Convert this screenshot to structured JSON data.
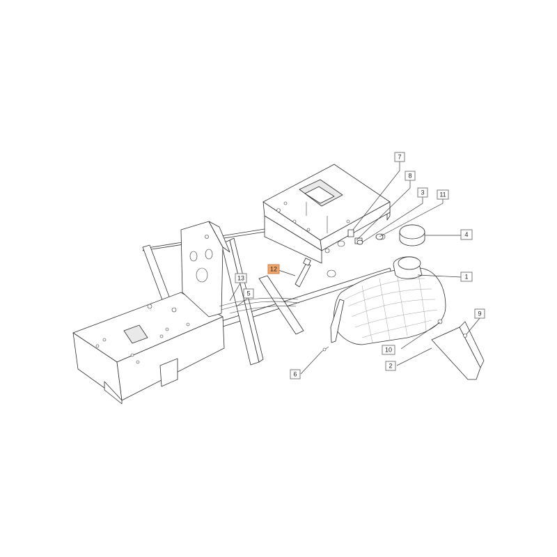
{
  "callouts": [
    {
      "id": "c1",
      "label": "1"
    },
    {
      "id": "c2",
      "label": "2"
    },
    {
      "id": "c3",
      "label": "3"
    },
    {
      "id": "c4",
      "label": "4"
    },
    {
      "id": "c5",
      "label": "5"
    },
    {
      "id": "c6",
      "label": "6"
    },
    {
      "id": "c7",
      "label": "7"
    },
    {
      "id": "c8",
      "label": "8"
    },
    {
      "id": "c9",
      "label": "9"
    },
    {
      "id": "c10",
      "label": "10"
    },
    {
      "id": "c11",
      "label": "11"
    },
    {
      "id": "c12",
      "label": "12",
      "highlighted": true
    },
    {
      "id": "c13",
      "label": "13"
    }
  ],
  "colors": {
    "highlight": "#f0a56a",
    "line": "#2b2b2b",
    "background": "#ffffff"
  }
}
